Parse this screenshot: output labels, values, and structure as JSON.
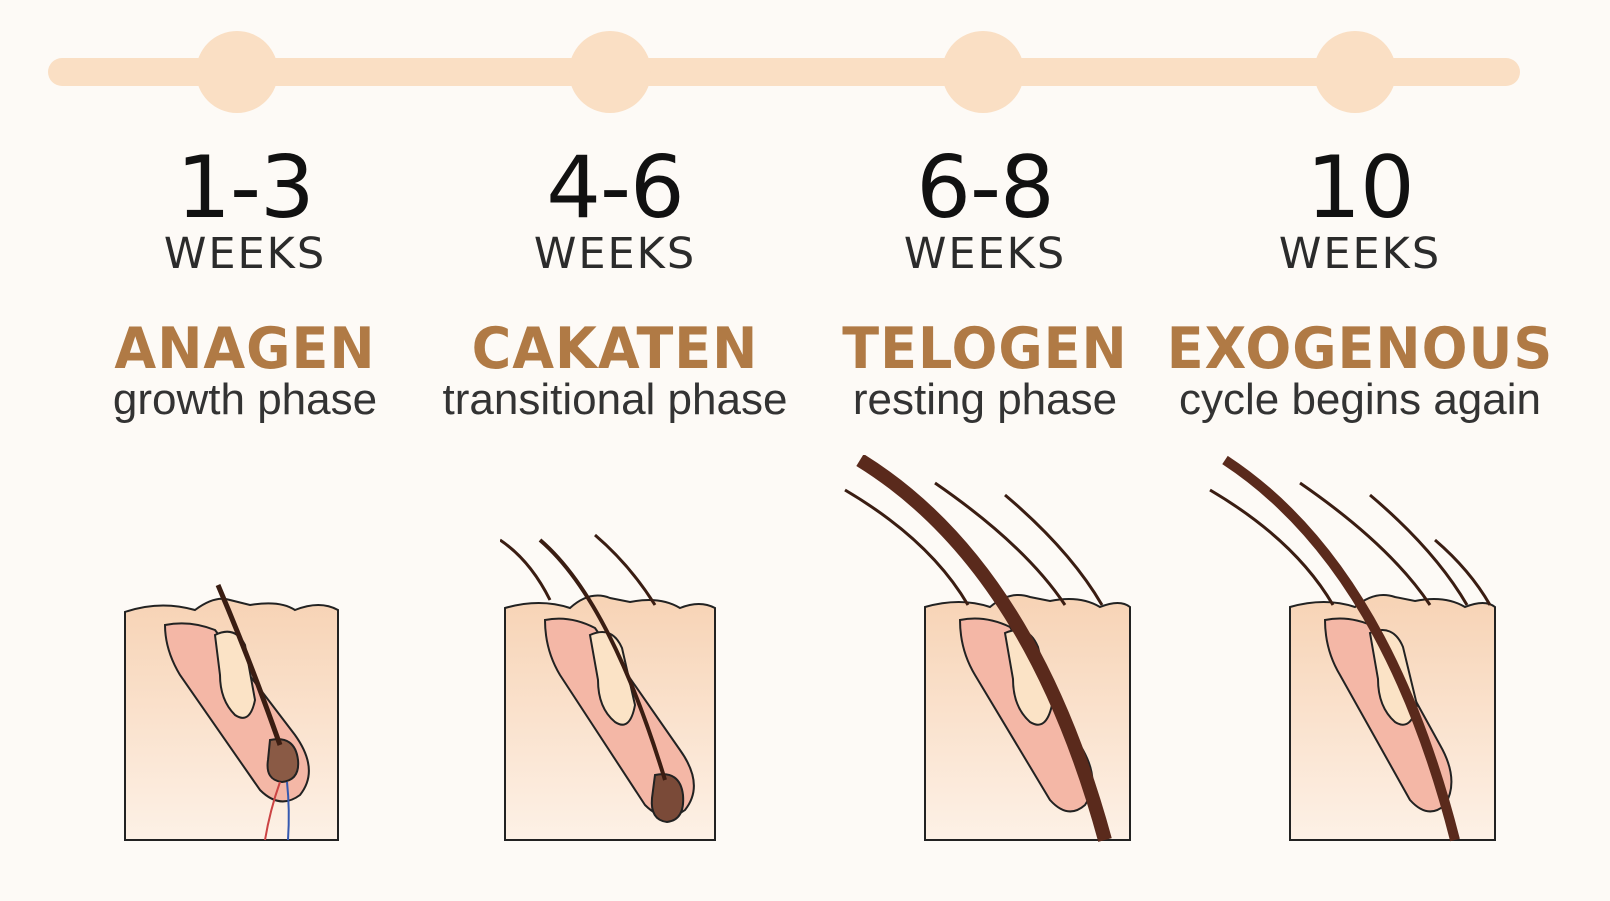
{
  "phases": [
    {
      "weeks": "1-3",
      "unit": "WEEKS",
      "name": "ANAGEN",
      "description": "growth phase",
      "hair_strands": 1
    },
    {
      "weeks": "4-6",
      "unit": "WEEKS",
      "name": "CAKATEN",
      "description": "transitional phase",
      "hair_strands": 3
    },
    {
      "weeks": "6-8",
      "unit": "WEEKS",
      "name": "TELOGEN",
      "description": "resting phase",
      "hair_strands": 4
    },
    {
      "weeks": "10",
      "unit": "WEEKS",
      "name": "EXOGENOUS",
      "description": "cycle begins again",
      "hair_strands": 5
    }
  ],
  "colors": {
    "background": "#fdfaf6",
    "timeline": "#fadfc4",
    "phase_name": "#b07a45",
    "skin_top": "#f7d3b5",
    "skin_bottom": "#fdf1e6",
    "hair": "#5a2a1c",
    "gland": "#f4b7a6"
  }
}
